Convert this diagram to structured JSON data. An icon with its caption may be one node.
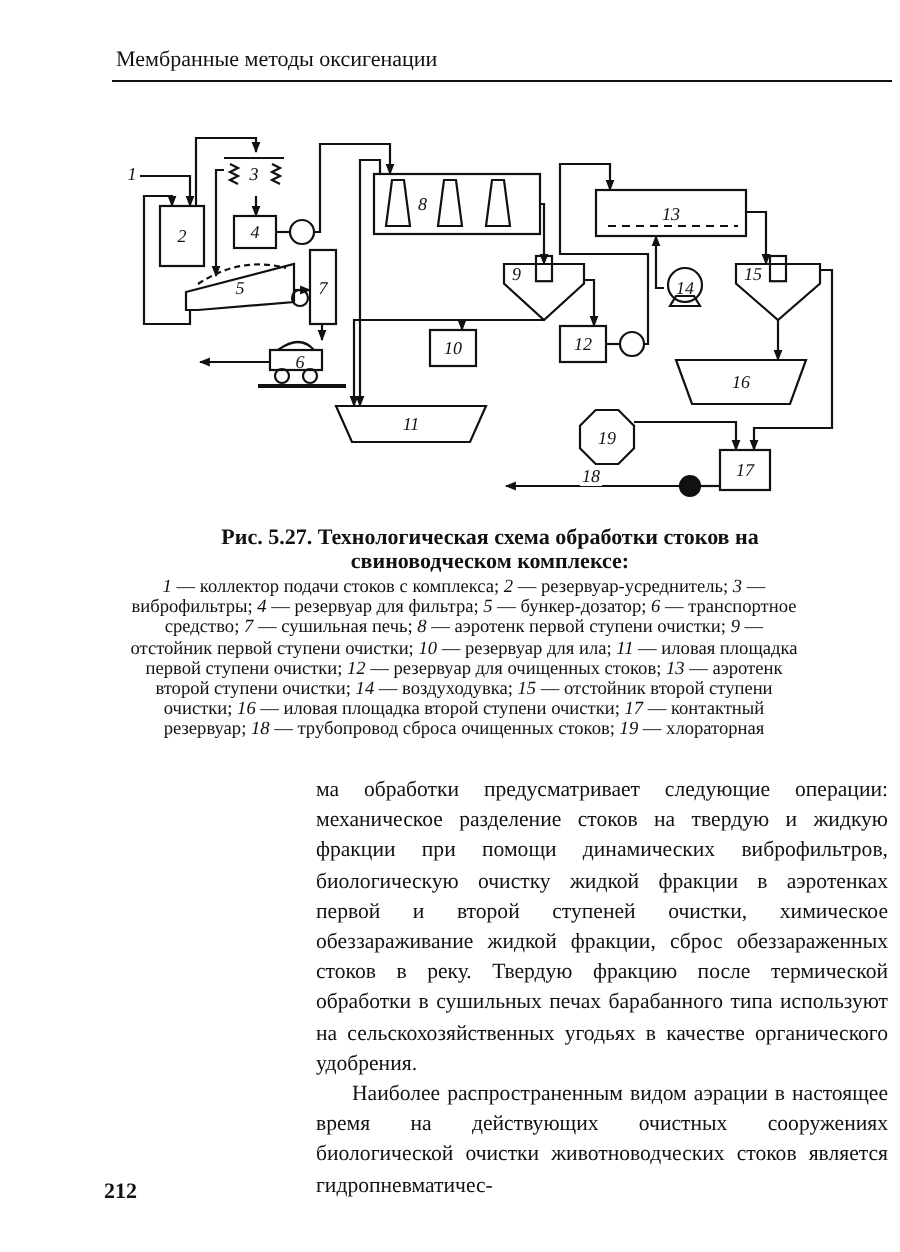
{
  "diagram": {
    "caption": "Рис. 5.27. Технологическая схема обработки стоков на свиноводческом комплексе:",
    "nodes": [
      {
        "text": [
          "1"
        ]
      },
      {
        "text": [
          "2"
        ]
      },
      {
        "text": [
          "3"
        ]
      },
      {
        "text": [
          "4"
        ]
      },
      {
        "text": [],
        "shape": "circle"
      },
      {
        "text": [
          "5"
        ]
      },
      {
        "text": [
          "7"
        ]
      },
      {
        "text": [
          "6"
        ]
      },
      {
        "text": [
          "8"
        ]
      },
      {
        "text": [
          "9"
        ]
      },
      {
        "text": [
          "10"
        ]
      },
      {
        "text": [
          "11"
        ]
      },
      {
        "text": [
          "12"
        ]
      },
      {
        "text": [],
        "shape": "circle"
      },
      {
        "text": [
          "13"
        ]
      },
      {
        "text": [
          "14"
        ]
      },
      {
        "text": [
          "15"
        ]
      },
      {
        "text": [
          "16"
        ]
      },
      {
        "text": [
          "19"
        ]
      },
      {
        "text": [
          "17"
        ]
      },
      {
        "text": [],
        "shape": "circle"
      }
    ],
    "edges": [
      {
        "from": 0,
        "to": 1,
        "arrow": "to"
      },
      {
        "from": 1,
        "to": 2,
        "arrow": "to"
      },
      {
        "from": 2,
        "to": 3,
        "arrow": "to"
      },
      {
        "from": 3,
        "to": 4,
        "arrow": "none"
      },
      {
        "from": 4,
        "to": 8,
        "arrow": "to"
      },
      {
        "from": 2,
        "to": 5,
        "arrow": "to"
      },
      {
        "from": 5,
        "to": 1,
        "arrow": "to"
      },
      {
        "from": 5,
        "to": 6,
        "arrow": "to"
      },
      {
        "from": 6,
        "to": 7,
        "arrow": "to"
      },
      {
        "from": 7,
        "to": null,
        "arrow": "to"
      },
      {
        "from": 8,
        "to": 9,
        "arrow": "to"
      },
      {
        "from": 9,
        "to": 10,
        "arrow": "to"
      },
      {
        "from": 9,
        "to": 12,
        "arrow": "to"
      },
      {
        "from": 9,
        "to": 11,
        "arrow": "to"
      },
      {
        "from": 8,
        "to": 11,
        "arrow": "to"
      },
      {
        "from": 12,
        "to": 13,
        "arrow": "none"
      },
      {
        "from": 13,
        "to": 14,
        "arrow": "to"
      },
      {
        "from": 15,
        "to": 14,
        "arrow": "to"
      },
      {
        "from": 14,
        "to": 16,
        "arrow": "to"
      },
      {
        "from": 16,
        "to": 17,
        "arrow": "to"
      },
      {
        "from": 16,
        "to": 19,
        "arrow": "to"
      },
      {
        "from": 18,
        "to": 19,
        "arrow": "to"
      },
      {
        "from": 19,
        "to": 20,
        "arrow": "none"
      },
      {
        "from": 20,
        "to": null,
        "arrow": "to",
        "label": "18"
      }
    ],
    "labels": [
      "Мембранные методы оксигенации",
      "*1* — коллектор подачи стоков с комплекса; *2* — резервуар-усреднитель; *3* — виброфильтры; *4* — резервуар для фильтра; *5* — бункер-дозатор; *6* — транспортное средство; *7* — сушильная печь; *8* — аэротенк первой ступени очистки; *9* — отстойник первой ступени очистки; *10* — резервуар для ила; *11* — иловая площадка первой ступени очистки; *12* — резервуар для очищенных стоков; *13* — аэротенк второй ступени очистки; *14* — воздуходувка; *15* — отстойник второй ступени очистки; *16* — иловая площадка второй ступени очистки; *17* — контактный резервуар; *18* — трубопровод сброса очищенных стоков; *19* — хлораторная",
      "ма обработки предусматривает следующие операции: механическое разделение стоков на твердую и жидкую фракции при помощи динамических виброфильтров, биологическую очистку жидкой фракции в аэротенках первой и второй ступеней очистки, химическое обеззараживание жидкой фракции, сброс обеззараженных стоков в реку. Твердую фракцию после термической обработки в сушильных печах барабанного типа используют на сельскохозяйственных угодьях в качестве органического удобрения.",
      "Наиболее распространенным видом аэрации в настоящее время на действующих очистных сооружениях биологической очистки животноводческих стоков является гидропневматичес-",
      "212"
    ]
  }
}
